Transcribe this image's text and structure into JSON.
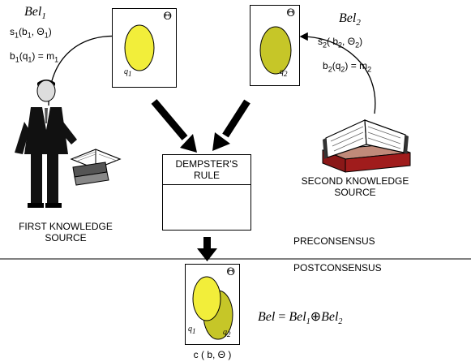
{
  "source1": {
    "bel": "Bel",
    "bel_sub": "1",
    "support_fn": "s",
    "support_sub": "1",
    "support_args": "(b",
    "support_args_sub": "1",
    "support_close": ", Θ",
    "support_close_sub": "1",
    "support_paren": ")",
    "belief_eq": "b",
    "belief_eq_sub": "1",
    "belief_arg": "(q",
    "belief_arg_sub": "1",
    "belief_val": ") = m",
    "belief_val_sub": "1",
    "label_line1": "FIRST KNOWLEDGE",
    "label_line2": "SOURCE"
  },
  "source2": {
    "bel": "Bel",
    "bel_sub": "2",
    "support_fn": "s",
    "support_sub": "2",
    "support_args": "( b",
    "support_args_sub": "2",
    "support_close": ", Θ",
    "support_close_sub": "2",
    "support_paren": ")",
    "belief_eq": "b",
    "belief_eq_sub": "2",
    "belief_arg": "(q",
    "belief_arg_sub": "2",
    "belief_val": ") = m",
    "belief_val_sub": "2",
    "label_line1": "SECOND KNOWLEDGE",
    "label_line2": "SOURCE"
  },
  "frames": {
    "theta": "Θ",
    "q1": "q",
    "q1_sub": "1",
    "q2": "q",
    "q2_sub": "2"
  },
  "rule": {
    "line1": "DEMPSTER'S",
    "line2": "RULE"
  },
  "phases": {
    "pre": "PRECONSENSUS",
    "post": "POSTCONSENSUS"
  },
  "result": {
    "formula_bel": "Bel",
    "formula_eq": " = ",
    "formula_bel1": "Bel",
    "formula_bel1_sub": "1",
    "formula_op": "⊕",
    "formula_bel2": "Bel",
    "formula_bel2_sub": "2",
    "consensus": "c ( b, Θ )"
  },
  "colors": {
    "set_light": "#f2ee3a",
    "set_olive": "#c6c628",
    "book_red": "#a01c1c"
  }
}
